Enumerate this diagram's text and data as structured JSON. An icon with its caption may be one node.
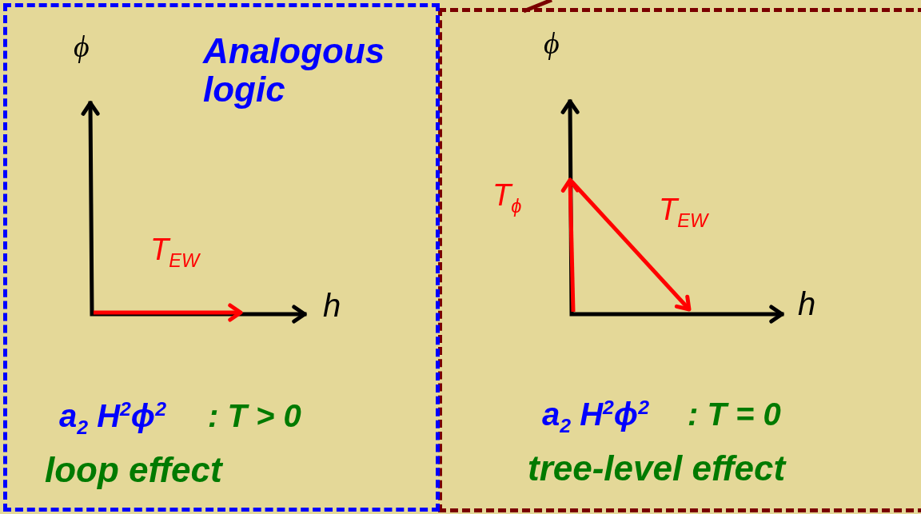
{
  "diagram": {
    "nodes": [
      {
        "text": [
          "ϕ",
          "Analogous logic",
          "T$_{EW}$",
          "h",
          "a$_{2}$ H$^{2}$ϕ$^{2}$",
          ":   T > 0",
          "loop effect"
        ]
      },
      {
        "text": [
          "ϕ",
          "T$_{ϕ}$",
          "T$_{EW}$",
          "h",
          "a$_{2}$ H$^{2}$ϕ$^{2}$",
          ":   T = 0",
          "tree-level effect"
        ]
      }
    ],
    "edges": []
  }
}
